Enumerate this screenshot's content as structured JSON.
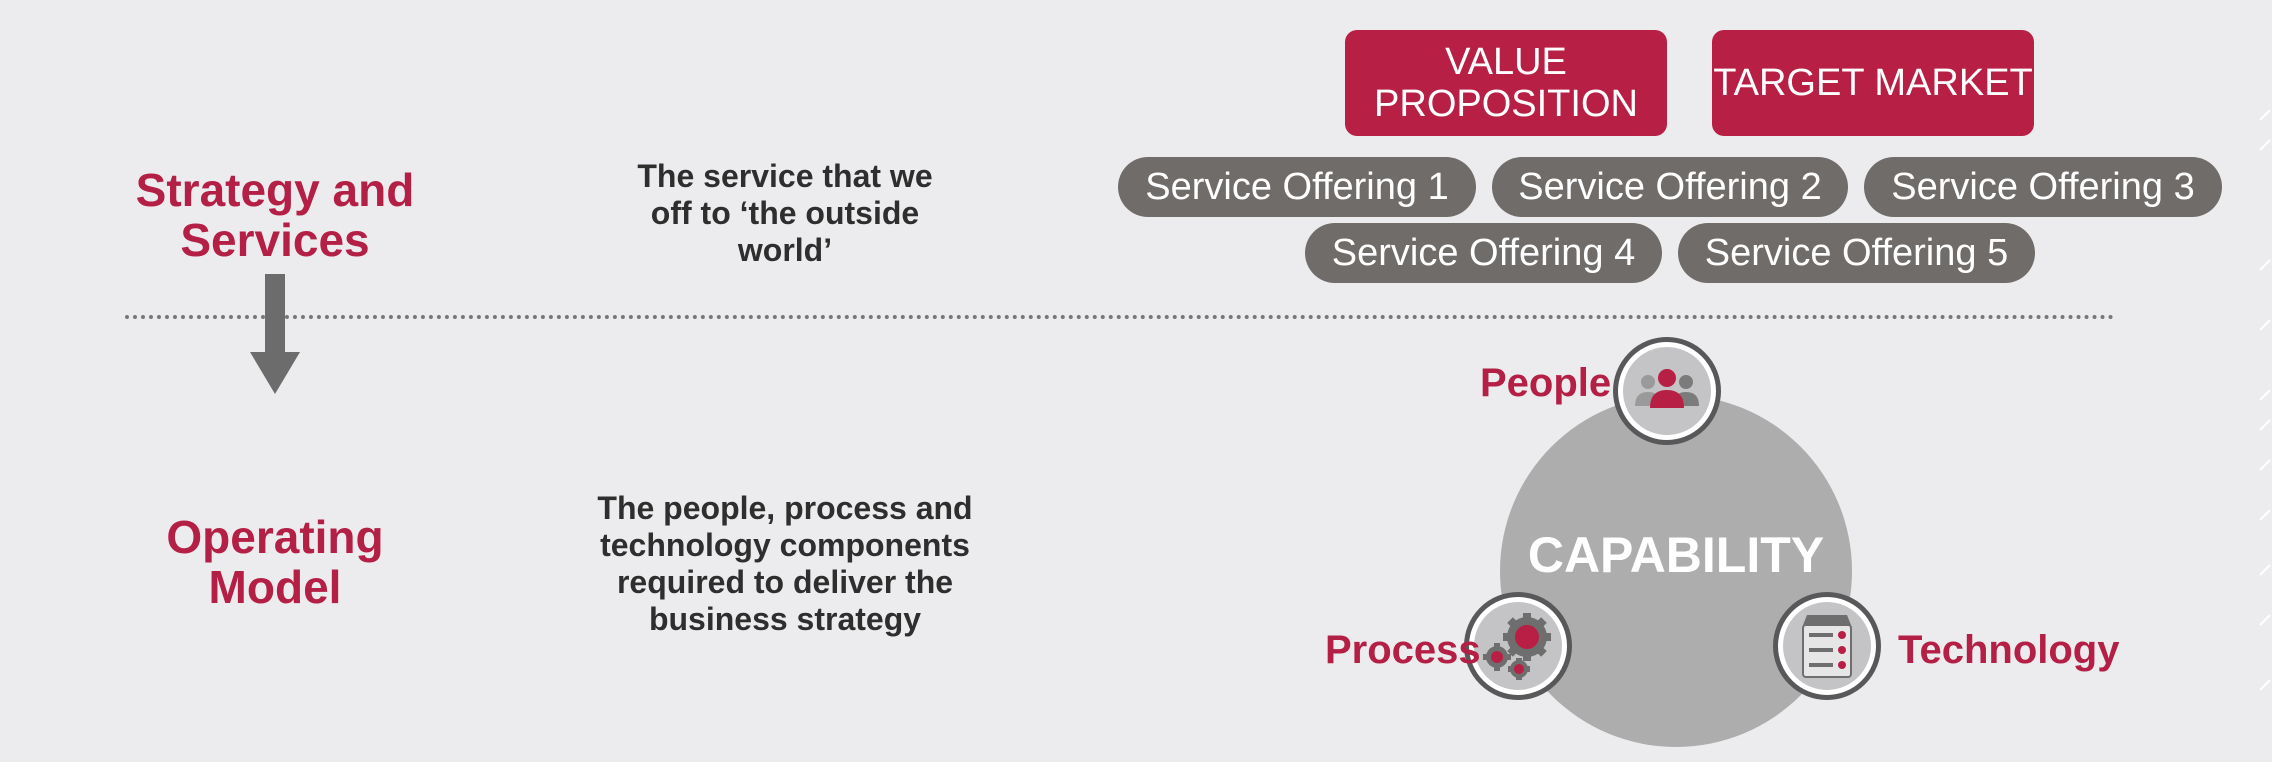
{
  "top": {
    "heading": "Strategy and Services",
    "description": "The service that we off to ‘the outside world’",
    "red_boxes": [
      "VALUE PROPOSITION",
      "TARGET MARKET"
    ],
    "service_offerings": [
      "Service Offering 1",
      "Service Offering 2",
      "Service Offering 3",
      "Service Offering 4",
      "Service Offering 5"
    ]
  },
  "bottom": {
    "heading": "Operating Model",
    "description": "The people, process and technology components required to deliver the business strategy",
    "capability": {
      "center": "CAPABILITY",
      "nodes": [
        {
          "label": "People",
          "icon": "people-icon"
        },
        {
          "label": "Process",
          "icon": "gears-icon"
        },
        {
          "label": "Technology",
          "icon": "server-icon"
        }
      ]
    }
  },
  "colors": {
    "accent": "#b81f44",
    "pill": "#6f6c6a",
    "circle": "#adadad",
    "background": "#ececee"
  }
}
